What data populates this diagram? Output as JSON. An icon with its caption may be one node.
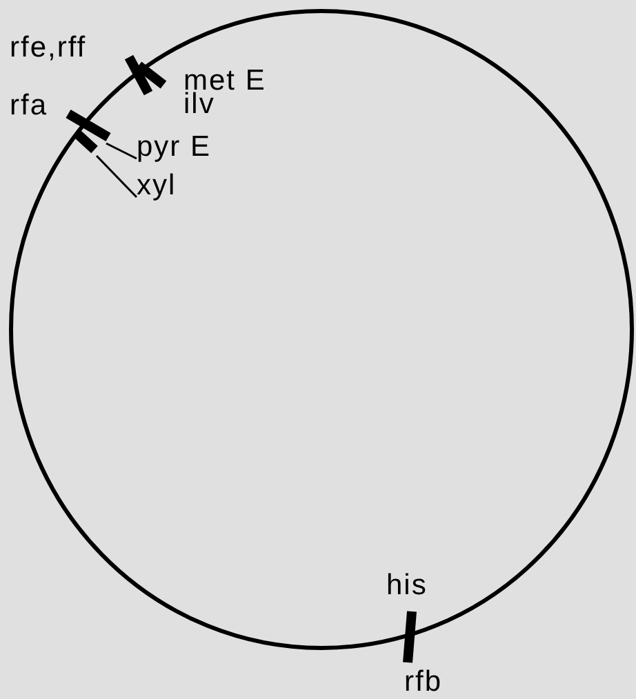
{
  "diagram": {
    "nodes": [
      {
        "text": [
          "pyr E"
        ]
      },
      {
        "text": [
          "xyl"
        ]
      },
      {
        "text": [],
        "shape": "bar"
      },
      {
        "text": [],
        "shape": "bar"
      },
      {
        "text": [],
        "shape": "bar"
      }
    ],
    "edges": [
      {
        "from": 0,
        "to": 3,
        "arrow": "none"
      },
      {
        "from": 1,
        "to": 3,
        "arrow": "none"
      }
    ],
    "labels": [
      "rfe,rff",
      "met E",
      "rfa",
      "ilv",
      "his",
      "rfb"
    ]
  }
}
